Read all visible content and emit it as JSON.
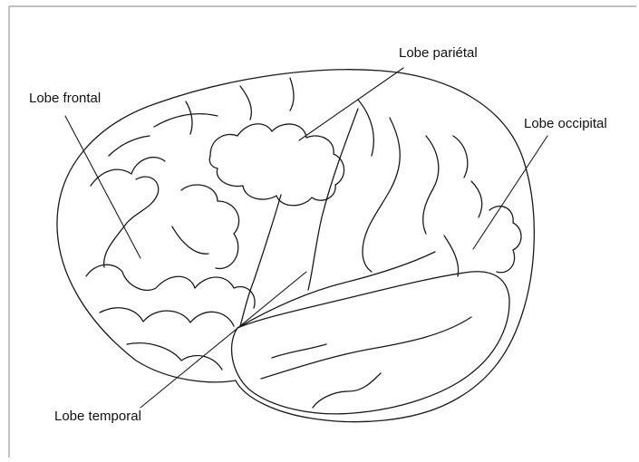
{
  "labels": {
    "frontal": "Lobe frontal",
    "parietal": "Lobe pariétal",
    "occipital": "Lobe occipital",
    "temporal": "Lobe temporal"
  },
  "colors": {
    "line": "#1a1a1a",
    "background": "#ffffff",
    "frame": "#9a9a9a"
  }
}
